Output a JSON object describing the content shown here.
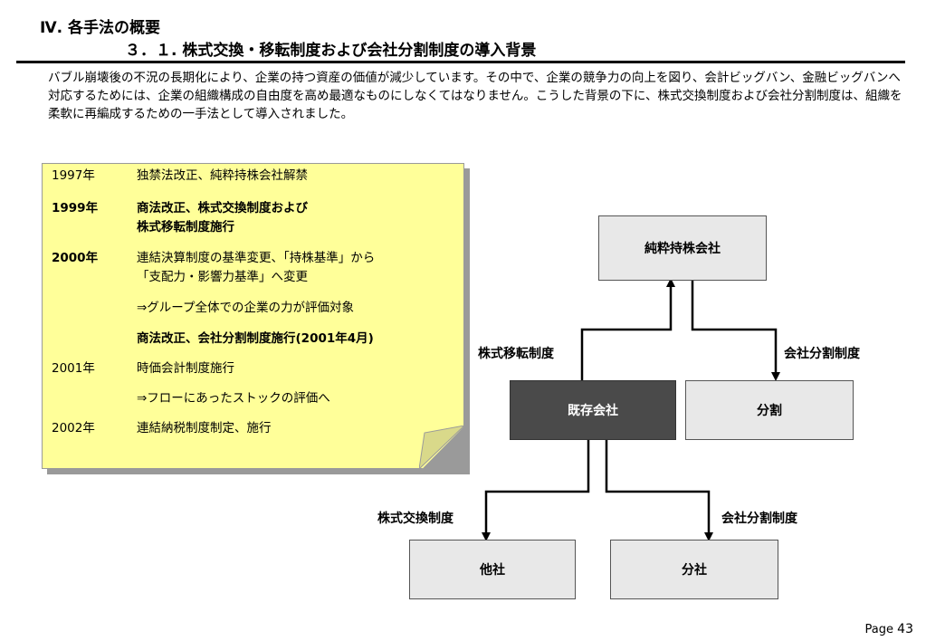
{
  "header": {
    "section": "Ⅳ. 各手法の概要",
    "subsection": "３．１. 株式交換・移転制度および会社分割制度の導入背景"
  },
  "intro": "バブル崩壊後の不況の長期化により、企業の持つ資産の価値が減少しています。その中で、企業の競争力の向上を図り、会計ビッグバン、金融ビッグバンへ対応するためには、企業の組織構成の自由度を高め最適なものにしなくてはなりません。こうした背景の下に、株式交換制度および会社分割制度は、組織を柔軟に再編成するための一手法として導入されました。",
  "timeline": [
    {
      "year": "1997年",
      "text": "独禁法改正、純粋持株会社解禁",
      "bold": false
    },
    {
      "year": "1999年",
      "text": "商法改正、株式交換制度および\n株式移転制度施行",
      "bold": true
    },
    {
      "year": "2000年",
      "text": "連結決算制度の基準変更、「持株基準」から\n「支配力・影響力基準」へ変更",
      "bold": false,
      "year_bold": true
    },
    {
      "year": "",
      "text": "⇒グループ全体での企業の力が評価対象",
      "bold": false
    },
    {
      "year": "",
      "text": "商法改正、会社分割制度施行(2001年4月)",
      "bold": true
    },
    {
      "year": "2001年",
      "text": "時価会計制度施行",
      "bold": false
    },
    {
      "year": "",
      "text": "⇒フローにあったストックの評価へ",
      "bold": false
    },
    {
      "year": "2002年",
      "text": "連結納税制度制定、施行",
      "bold": false
    }
  ],
  "diagram": {
    "holding": "純粋持株会社",
    "existing": "既存会社",
    "split": "分割",
    "other": "他社",
    "subsidiary": "分社",
    "label_transfer": "株式移転制度",
    "label_split_top": "会社分割制度",
    "label_exchange": "株式交換制度",
    "label_split_bottom": "会社分割制度"
  },
  "footer": {
    "page_label": "Page",
    "page_number": "43"
  }
}
